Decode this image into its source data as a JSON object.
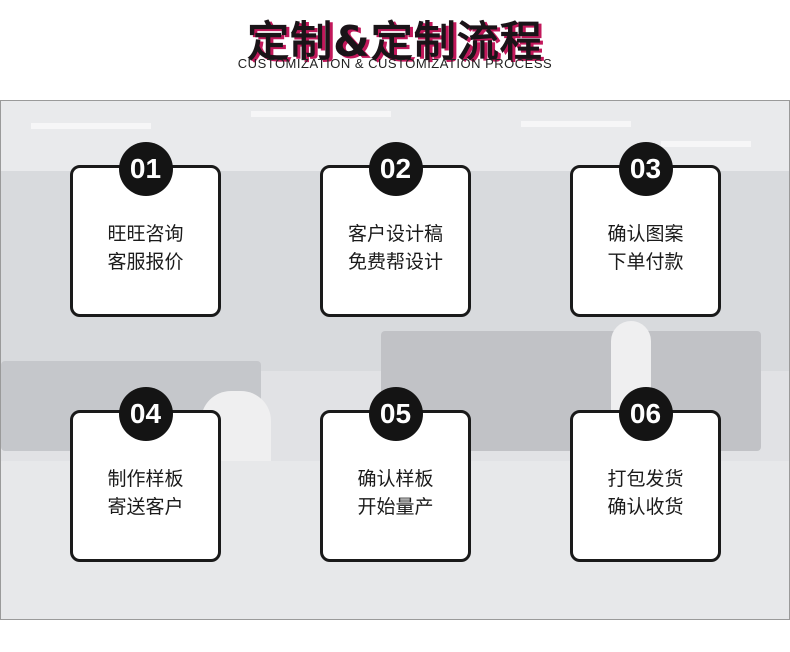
{
  "header": {
    "title": "定制&定制流程",
    "subtitle": "CUSTOMIZATION & CUSTOMIZATION PROCESS"
  },
  "steps": [
    {
      "number": "01",
      "line1": "旺旺咨询",
      "line2": "客服报价"
    },
    {
      "number": "02",
      "line1": "客户设计稿",
      "line2": "免费帮设计"
    },
    {
      "number": "03",
      "line1": "确认图案",
      "line2": "下单付款"
    },
    {
      "number": "04",
      "line1": "制作样板",
      "line2": "寄送客户"
    },
    {
      "number": "05",
      "line1": "确认样板",
      "line2": "开始量产"
    },
    {
      "number": "06",
      "line1": "打包发货",
      "line2": "确认收货"
    }
  ],
  "colors": {
    "title_text": "#1a1418",
    "title_shadow_accent": "#c2185b",
    "badge_bg": "#141414",
    "card_border": "#1a1a1a",
    "panel_bg": "#d9dbde"
  }
}
